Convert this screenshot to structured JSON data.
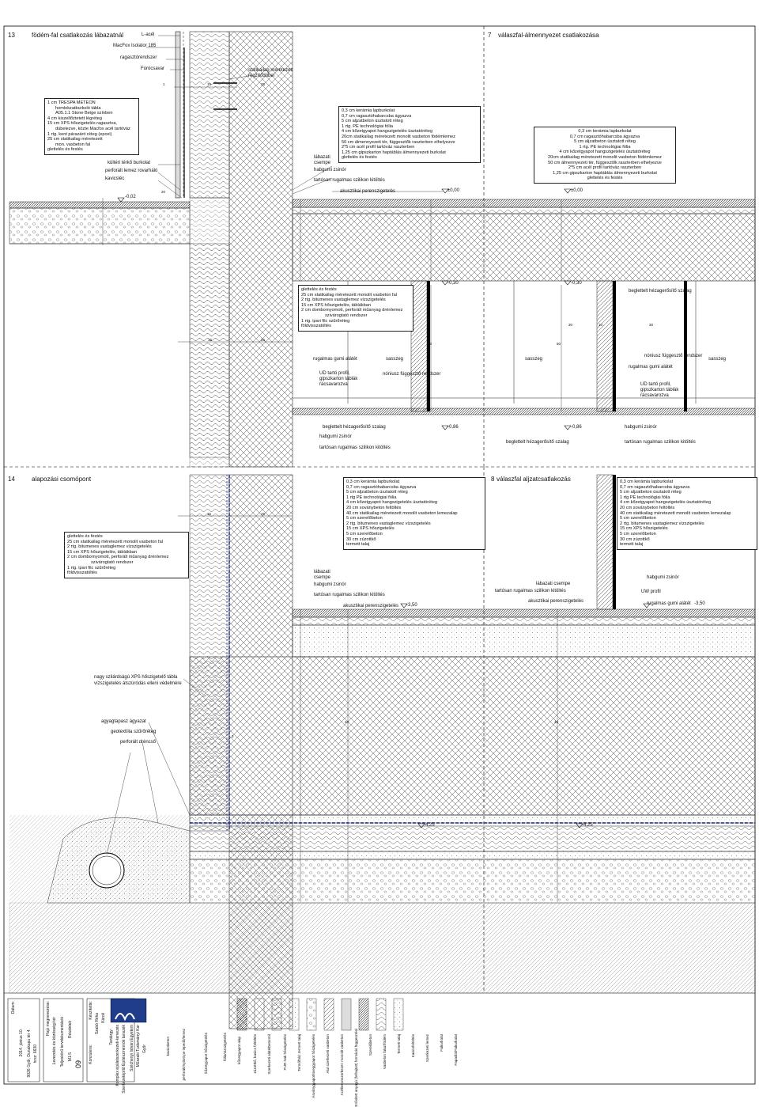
{
  "d13": {
    "number": "13",
    "title": "födém-fal csatlakozás lábazatnál",
    "lbl_lacel": "L-acél",
    "lbl_macfox": "MacFox Isolator 185",
    "lbl_ragasz": "ragasztórendszer",
    "lbl_furo": "Fúrócsavar",
    "lbl_dubel1": "statikailag méretezett",
    "lbl_dubel2": "rögzítődübel",
    "layers": [
      "1 cm TRESPA METEON",
      "homlokzatburkoló tábla",
      "A05.1.1 Stone Beige színben",
      "4 cm kiszellőztetett légréteg",
      "15 cm XPS hőszigetelés ragasztva,",
      "dübelezve, közte Macfox acél tartóváz",
      "1 rtg. kent párazáró réteg (epoxi)",
      "25 cm statikailag méretezett",
      "mon. vasbeton fal",
      "glettelés és festés"
    ],
    "lbl_terko": "kültéri térkő burkolat",
    "lbl_perf": "perforált lemez rovarháló",
    "lbl_kavics": "kavicsléc",
    "level": "-0,02",
    "dim_1": "1",
    "dim_15": "15",
    "dim_25": "25",
    "dim_20": "20",
    "dim_10": "10",
    "dim_30": "30"
  },
  "d7": {
    "number": "7",
    "title": "válaszfal-álmennyezet csatlakozása",
    "layers_left": [
      "0,3 cm kerámia lapburkolat",
      "0,7 cm ragasztóhabarcsba ágyazva",
      "5 cm aljzatbeton úsztatott réteg",
      "1 rtg. PE technológiai fólia",
      "4 cm kőzetgyapot hangszigetelés úsztatóréteg",
      "20cm statikailag méretezett monolit vasbeton födémlemez",
      "50 cm álmennyezeti tér, függesztők raszterben elhelyezve",
      "2*5 cm acél profil tartóváz raszterben",
      "1,25 cm gipszkarton haptáblás álmennyezeti burkolat",
      "glettelés és festés"
    ],
    "layers_right": [
      "0,3 cm kerámia lapburkolat",
      "0,7 cm ragasztóhabarcsba ágyazva",
      "5 cm aljzatbeton úsztatott réteg",
      "1 rtg. PE technológiai fólia",
      "4 cm kőzetgyapot hangszigetelés úsztatóréteg",
      "20cm statikailag méretezett monolit vasbeton födémlemez",
      "50 cm álmennyezeti tér, függesztők raszterben elhelyezve",
      "2*5 cm acél profil tartóváz raszterben",
      "1,25 cm gipszkarton haptáblás álmennyezeti burkolat",
      "glettelés és festés"
    ],
    "lbl_labazati": "lábazati",
    "lbl_csempe": "csempe",
    "lbl_habgumi": "habgumi zsinór",
    "lbl_tartosan": "tartósan rugalmas szilikon kitöltés",
    "lbl_akusztikai": "akusztikai perenszigetelés",
    "level_000a": "±0,00",
    "level_000b": "±0,00",
    "wall_layers": [
      "glettelés és festés",
      "25 cm statikailag méretezett monolit vasbeton fal",
      "2 rtg. bitumenes vastaglemez vízszigetelés",
      "15 cm XPS hőszigetelés, táblákban",
      "2 cm dombornyomott, perforált műanyag drénlemez",
      "szivárogtató rendszer",
      "1 rtg. ipari filc szűrőréteg",
      "földvisszatöltés"
    ],
    "level_030a": "-0,30",
    "level_030b": "-0,30",
    "lbl_beglettelt": "beglettelt hézagerősítő szalag",
    "lbl_rugalmas": "rugalmas gumi alátét",
    "lbl_sasszeg": "sasszeg",
    "lbl_sasszeg2": "sasszeg",
    "lbl_sasszeg3": "sasszeg",
    "lbl_noniusz": "nóniusz függesztő rendszer",
    "lbl_noniusz2": "nóniusz függesztő rendszer",
    "lbl_rugalmas2": "rugalmas gumi alátét",
    "ud_l": [
      "UD tartó profil,",
      "gipszkarton táblák",
      "rácsavarozva"
    ],
    "ud_r": [
      "UD tartó profil,",
      "gipszkarton táblák",
      "rácsavarozva"
    ],
    "lbl_beglettelt2": "beglettelt hézagerősítő szalag",
    "lbl_beglettelt3": "beglettelt hézagerősítő szalag",
    "lbl_habgumi2": "habgumi zsinór",
    "lbl_habgumi3": "habgumi zsinór",
    "lbl_tartosan2": "tartósan rugalmas szilikon kitöltés",
    "lbl_tartosan3": "tartósan rugalmas szilikon kitöltés",
    "level_086a": "-0,86",
    "level_086b": "-0,86",
    "dim_50": "50"
  },
  "d14": {
    "number": "14",
    "title": "alapozási csomópont",
    "wall_layers": [
      "glettelés és festés",
      "25 cm statikailag méretezett monolit vasbeton fal",
      "2 rtg. bitumenes vastaglemez vízszigetelés",
      "15 cm XPS hőszigetelés, táblákban",
      "2 cm dombornyomott, perforált műanyag drénlemez",
      "szivárogtató rendszer",
      "1 rtg. ipari filc szűrőréteg",
      "földvisszatöltés"
    ],
    "floor_layers": [
      "0,3 cm kerámia lapburkolat",
      "0,7 cm ragasztóhabarcsba ágyazva",
      "5 cm aljzatbeton úsztatott réteg",
      "1 rtg PE technológiai fólia",
      "4 cm kőzetgyapot hangszigetelés úsztatóréteg",
      "20 cm soványbeton feltöltés",
      "40 cm statikailag méretezett monolit vasbeton lemezalap",
      "5 cm szerelőbeton",
      "2 rtg. bitumenes vastaglemez vízszigetelés",
      "15 cm XPS hőszigetelés",
      "5 cm szerelőbeton",
      "30 cm zúzottkő",
      "termett talaj"
    ],
    "lbl_labazati": "lábazati",
    "lbl_csempe": "csempe",
    "lbl_habgumi": "habgumi zsinór",
    "lbl_tartosan": "tartósan rugalmas szilikon kitöltés",
    "lbl_akusztikai": "akusztikai perenszigetelés",
    "level_150": "-3,50",
    "xps1": "nagy szilárdságú XPS hőszigetelő tábla",
    "xps2": "vízszigetelés átszúródás elleni védelmére",
    "lbl_agyag": "agyagtapasz ágyazat",
    "lbl_geotex": "geotextília szűrőréteg",
    "lbl_drenso": "perforált dréncső",
    "level_425": "-4,25",
    "dim_40": "40",
    "dim_3": "3"
  },
  "d8": {
    "number": "8",
    "title": "válaszfal aljzatcsatlakozás",
    "floor_layers": [
      "0,3 cm kerámia lapburkolat",
      "0,7 cm ragasztóhabarcsba ágyazva",
      "5 cm aljzatbeton úsztatott réteg",
      "1 rtg PE technológiai fólia",
      "4 cm kőzetgyapot hangszigetelés úsztatóréteg",
      "20 cm soványbeton feltöltés",
      "40 cm statikailag méretezett monolit vasbeton lemezalap",
      "5 cm szerelőbeton",
      "2 rtg. bitumenes vastaglemez vízszigetelés",
      "15 cm XPS hőszigetelés",
      "5 cm szerelőbeton",
      "30 cm zúzottkő",
      "termett talaj"
    ],
    "lbl_labazati": "lábazati csempe",
    "lbl_tartosan": "tartósan rugalmas szilikon kitöltés",
    "lbl_akusztikai": "akusztikai perenszigetelés",
    "lbl_habgumi": "habgumi zsinór",
    "lbl_uw": "UW profil",
    "lbl_rugalmas": "rugalmas gumi alátét",
    "level_350": "-3,50",
    "level_425": "-4,25"
  },
  "legend": [
    "kavicsbeton",
    "perforált/nyitott pe lepedő/lemez",
    "kőzetgyapot hőszigetelés",
    "fólia/vízszigetelés",
    "kőzetgyapot alap",
    "zúzottkő, kavics feltöltés",
    "Szerkezeti alátétbetonról",
    "PUR hab hőszigetelés",
    "Termőföld: termett talaj",
    "Ásványgyapot/üveggyapot hőszigetelés",
    "Alul szerkezeti vasbeton",
    "Acélbetonszerkezet: monolit vasbeton",
    "Erősített anyagú (felhajtott) formáció függesztési",
    "Szerelőbeton",
    "Vasbeton falaz/födém",
    "Termett talaj",
    "Kavicsfeltöltés",
    "Szerkezeti lemez",
    "Faburkolat",
    "Fapadló/Faburkolat"
  ],
  "titleblock": {
    "uni1": "Széchenyi István Egyetem",
    "uni2": "Műszaki Tudományi Kar",
    "uni3": "Győr",
    "dept": "Szerkezetépítő Építészmérnök tanszék",
    "course_lbl": "Tantárgy:",
    "course": "Komplex épületszerkezeti-tervezés",
    "author_lbl": "Készítette:",
    "author1": "Szabó Réka",
    "author2": "Károli",
    "consult_lbl": "Konzulens:",
    "drawing_lbl": "Rajz megnevezése:",
    "drawing": "Levezetés és közösségi tér",
    "drawing2": "Teljeskörű tervdokumentáció",
    "sheet_lbl": "Részletek",
    "scale": "M1:5",
    "place": "9026 Győr, Dunakapu tér 4.",
    "hrsz": "hrsz: 6630",
    "date_lbl": "Dátum:",
    "date": "2014. június 10.",
    "sheetno": "09"
  }
}
